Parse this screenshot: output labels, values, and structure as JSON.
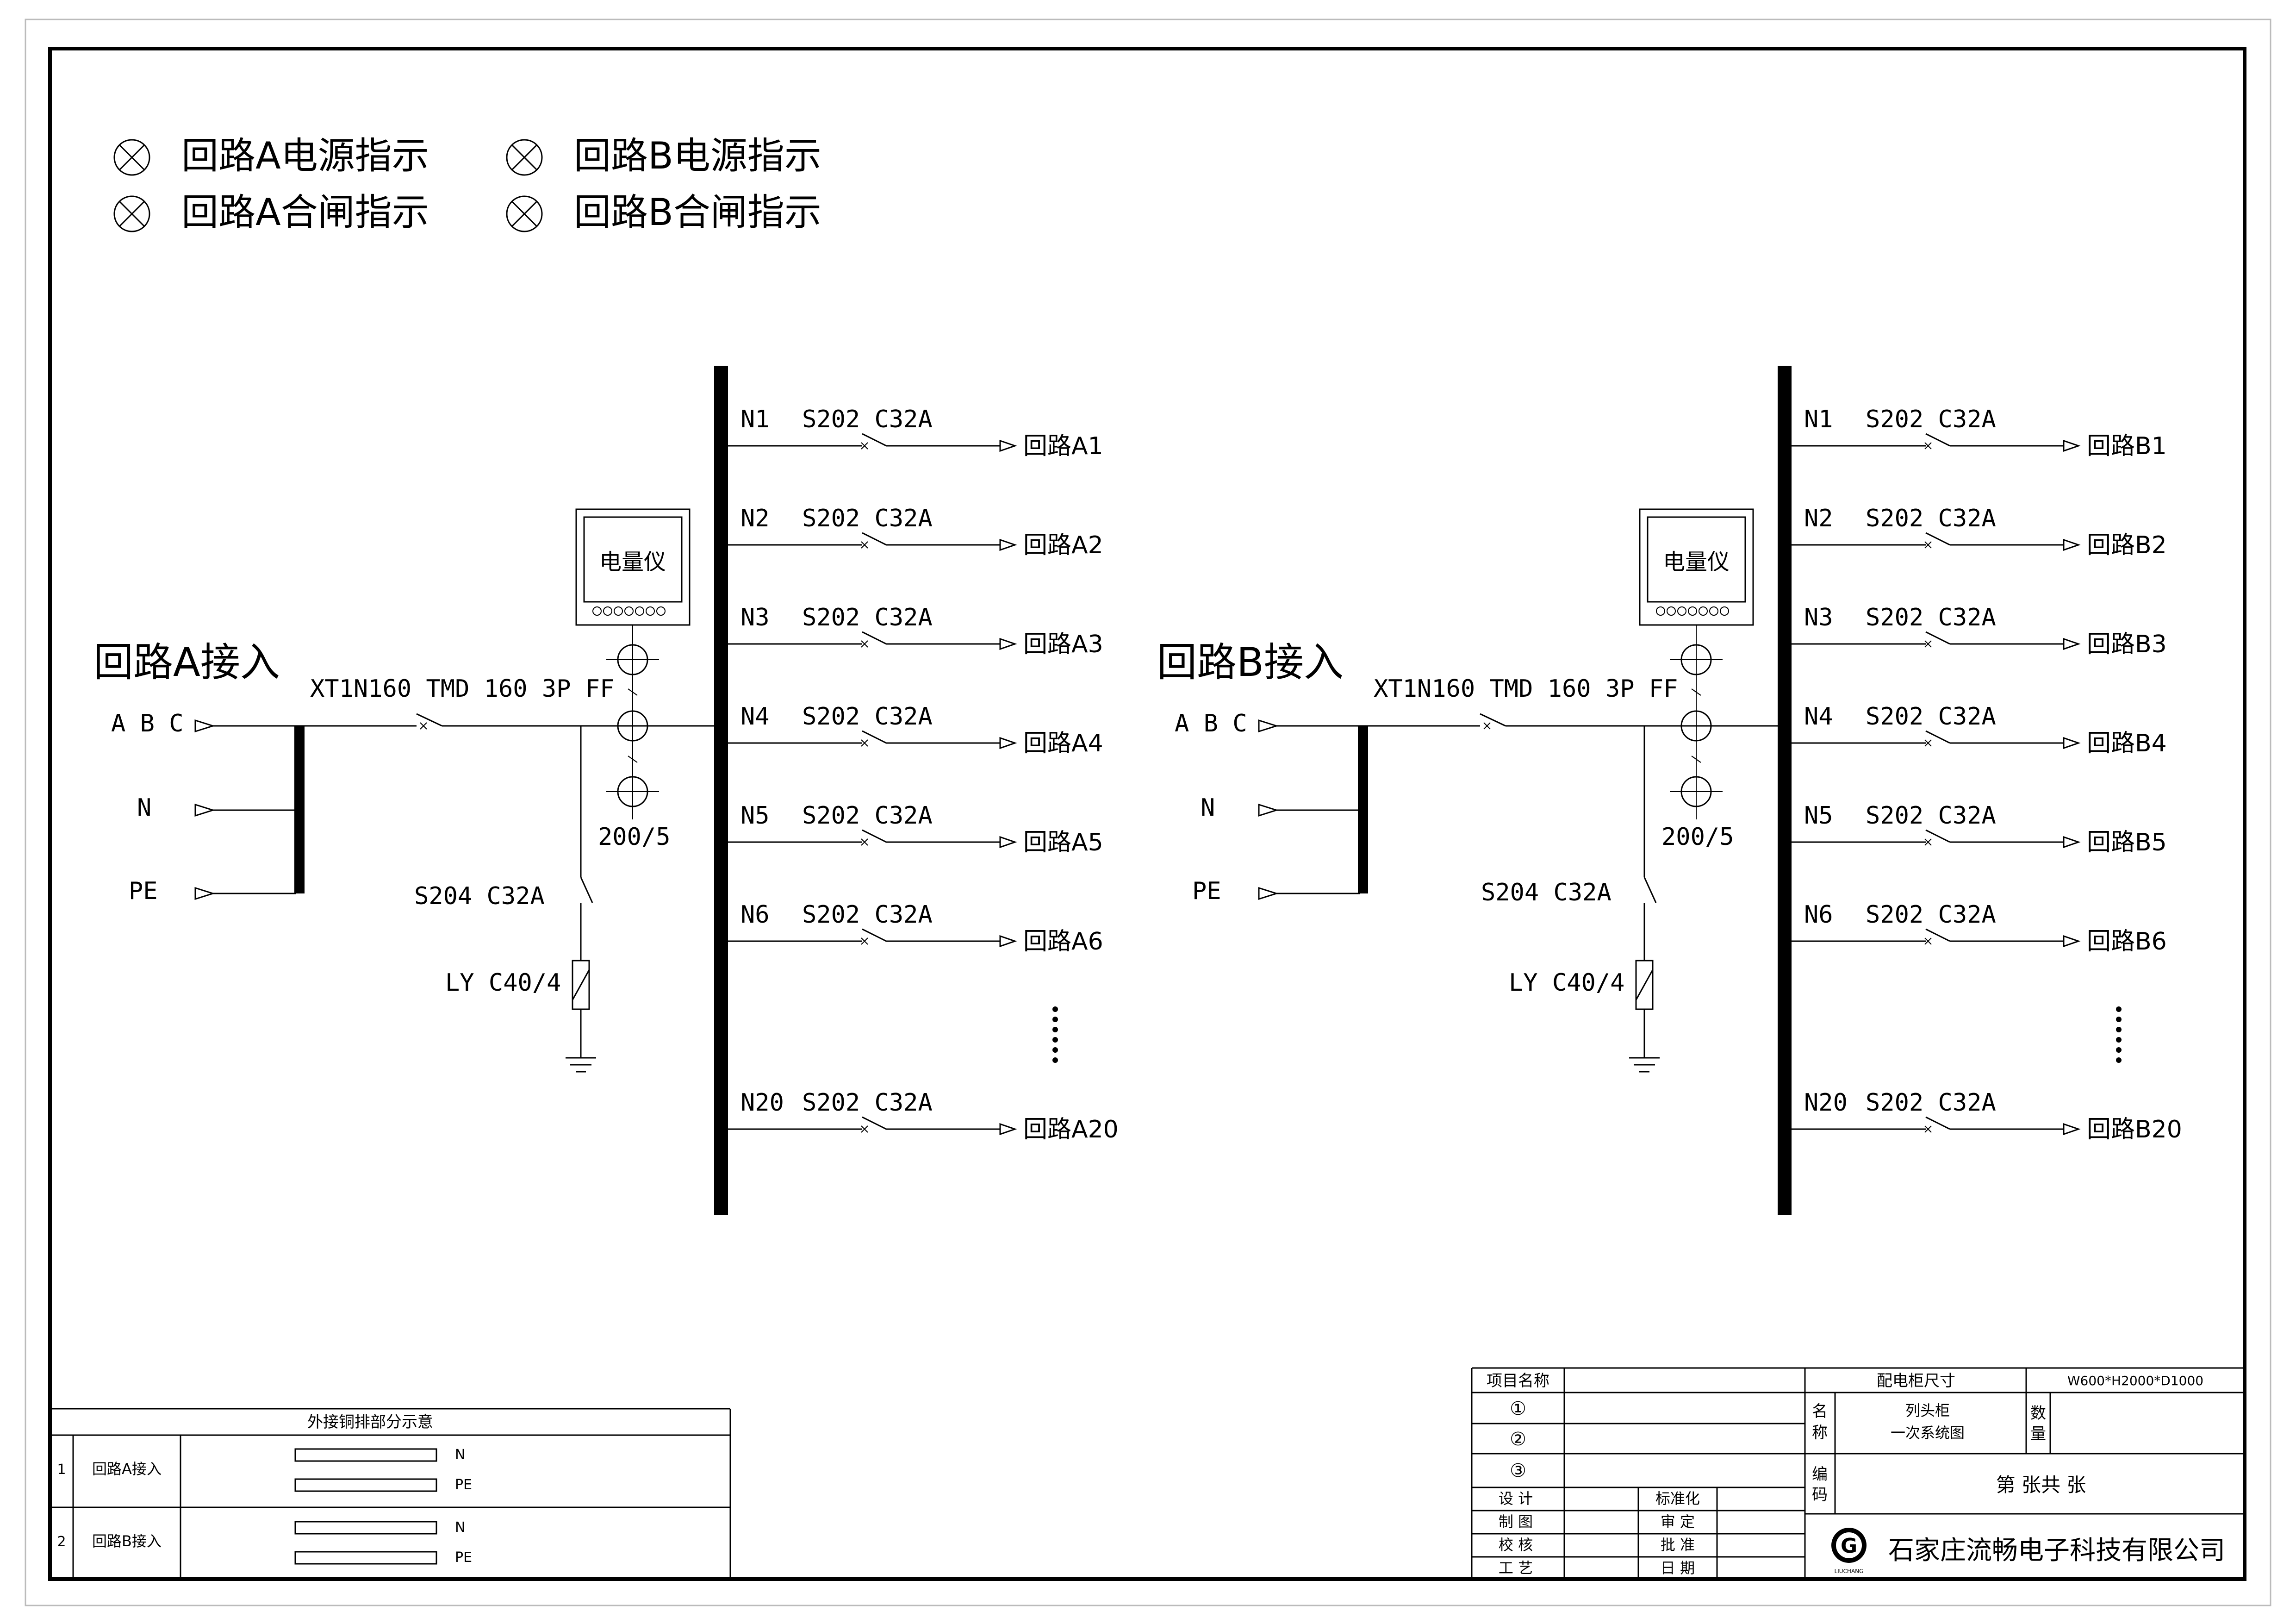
{
  "legend": [
    {
      "label": "回路A电源指示"
    },
    {
      "label": "回路B电源指示"
    },
    {
      "label": "回路A合闸指示"
    },
    {
      "label": "回路B合闸指示"
    }
  ],
  "circuits": [
    {
      "title": "回路A接入",
      "phase_labels": [
        "A B C",
        "N",
        "PE"
      ],
      "main_breaker": "XT1N160 TMD 160 3P FF",
      "meter_label": "电量仪",
      "ct_ratio": "200/5",
      "spd_breaker": "S204 C32A",
      "spd": "LY C40/4",
      "branches": [
        {
          "n": "N1",
          "breaker": "S202 C32A",
          "out": "回路A1"
        },
        {
          "n": "N2",
          "breaker": "S202 C32A",
          "out": "回路A2"
        },
        {
          "n": "N3",
          "breaker": "S202 C32A",
          "out": "回路A3"
        },
        {
          "n": "N4",
          "breaker": "S202 C32A",
          "out": "回路A4"
        },
        {
          "n": "N5",
          "breaker": "S202 C32A",
          "out": "回路A5"
        },
        {
          "n": "N6",
          "breaker": "S202 C32A",
          "out": "回路A6"
        },
        {
          "n": "N20",
          "breaker": "S202 C32A",
          "out": "回路A20"
        }
      ]
    },
    {
      "title": "回路B接入",
      "phase_labels": [
        "A B C",
        "N",
        "PE"
      ],
      "main_breaker": "XT1N160 TMD 160 3P FF",
      "meter_label": "电量仪",
      "ct_ratio": "200/5",
      "spd_breaker": "S204 C32A",
      "spd": "LY C40/4",
      "branches": [
        {
          "n": "N1",
          "breaker": "S202 C32A",
          "out": "回路B1"
        },
        {
          "n": "N2",
          "breaker": "S202 C32A",
          "out": "回路B2"
        },
        {
          "n": "N3",
          "breaker": "S202 C32A",
          "out": "回路B3"
        },
        {
          "n": "N4",
          "breaker": "S202 C32A",
          "out": "回路B4"
        },
        {
          "n": "N5",
          "breaker": "S202 C32A",
          "out": "回路B5"
        },
        {
          "n": "N6",
          "breaker": "S202 C32A",
          "out": "回路B6"
        },
        {
          "n": "N20",
          "breaker": "S202 C32A",
          "out": "回路B20"
        }
      ]
    }
  ],
  "copper_table": {
    "title": "外接铜排部分示意",
    "rows": [
      {
        "no": "1",
        "name": "回路A接入",
        "bars": [
          "N",
          "PE"
        ]
      },
      {
        "no": "2",
        "name": "回路B接入",
        "bars": [
          "N",
          "PE"
        ]
      }
    ]
  },
  "title_block": {
    "project_name_label": "项目名称",
    "revisions": [
      "①",
      "②",
      "③"
    ],
    "cabinet_size_label": "配电柜尺寸",
    "cabinet_size": "W600*H2000*D1000",
    "name_label": [
      "名",
      "称"
    ],
    "drawing_name": [
      "列头柜",
      "一次系统图"
    ],
    "quantity_label": [
      "数",
      "量"
    ],
    "code_label": [
      "编",
      "码"
    ],
    "sheet_text": "第 张共 张",
    "roles_left": [
      "设 计",
      "制 图",
      "校 核",
      "工 艺"
    ],
    "roles_right": [
      "标准化",
      "审 定",
      "批 准",
      "日 期"
    ],
    "logo_letter": "G",
    "logo_caption": "LIUCHANG",
    "company": "石家庄流畅电子科技有限公司"
  }
}
